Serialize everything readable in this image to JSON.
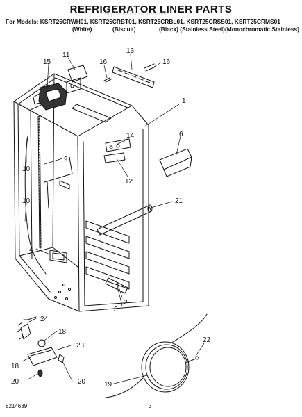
{
  "header": {
    "title": "REFRIGERATOR LINER PARTS",
    "models_line": "For Models: KSRT25CRWH01, KSRT25CRBT01, KSRT25CRBL01, KSRT25CRSS01, KSRT25CRMS01",
    "colors": [
      "(White)",
      "(Biscuit)",
      "(Black) (Stainless Steel)(Monochromatic Stainless)"
    ]
  },
  "watermark": "AppliancePartsPros.com",
  "callouts": {
    "c1": "1",
    "c2": "2",
    "c3": "3",
    "c4": "4",
    "c6": "6",
    "c9": "9",
    "c10a": "10",
    "c10b": "10",
    "c11": "11",
    "c12": "12",
    "c13": "13",
    "c14": "14",
    "c15": "15",
    "c16a": "16",
    "c16b": "16",
    "c18a": "18",
    "c18b": "18",
    "c19": "19",
    "c20a": "20",
    "c20b": "20",
    "c21": "21",
    "c22": "22",
    "c23": "23",
    "c24": "24"
  },
  "footer": {
    "part_number": "8214639",
    "page": "3"
  }
}
